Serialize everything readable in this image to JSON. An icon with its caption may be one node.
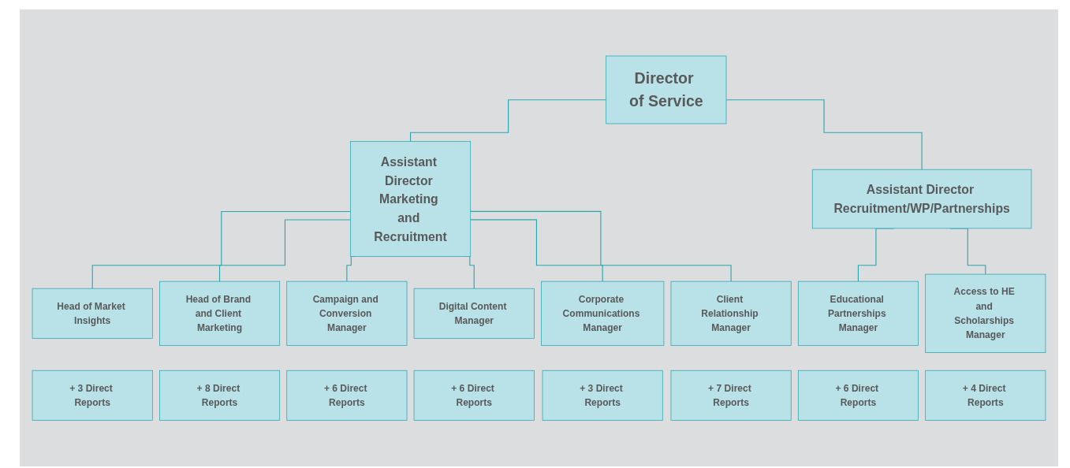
{
  "diagram": {
    "nodes": [
      {
        "text": [
          "Director of Service"
        ]
      },
      {
        "text": [
          "Assistant Director Marketing and Recruitment"
        ]
      },
      {
        "text": [
          "Assistant Director Recruitment/WP/Partnerships"
        ]
      },
      {
        "text": [
          "Head of Market Insights"
        ]
      },
      {
        "text": [
          "Head of Brand and Client Marketing"
        ]
      },
      {
        "text": [
          "Campaign and Conversion Manager"
        ]
      },
      {
        "text": [
          "Digital Content Manager"
        ]
      },
      {
        "text": [
          "Corporate Communications Manager"
        ]
      },
      {
        "text": [
          "Client Relationship Manager"
        ]
      },
      {
        "text": [
          "Educational Partnerships Manager"
        ]
      },
      {
        "text": [
          "Access to HE and Scholarships Manager"
        ]
      },
      {
        "text": [
          "+ 3 Direct Reports"
        ]
      },
      {
        "text": [
          "+ 8 Direct Reports"
        ]
      },
      {
        "text": [
          "+ 6 Direct Reports"
        ]
      },
      {
        "text": [
          "+ 6 Direct Reports"
        ]
      },
      {
        "text": [
          "+ 3 Direct Reports"
        ]
      },
      {
        "text": [
          "+ 7 Direct Reports"
        ]
      },
      {
        "text": [
          "+ 6 Direct Reports"
        ]
      },
      {
        "text": [
          "+ 4 Direct Reports"
        ]
      }
    ],
    "edges": [
      {
        "from": 0,
        "to": 1,
        "arrow": "none"
      },
      {
        "from": 0,
        "to": 2,
        "arrow": "none"
      },
      {
        "from": 1,
        "to": 3,
        "arrow": "none"
      },
      {
        "from": 1,
        "to": 4,
        "arrow": "none"
      },
      {
        "from": 1,
        "to": 5,
        "arrow": "none"
      },
      {
        "from": 1,
        "to": 6,
        "arrow": "none"
      },
      {
        "from": 1,
        "to": 7,
        "arrow": "none"
      },
      {
        "from": 1,
        "to": 8,
        "arrow": "none"
      },
      {
        "from": 2,
        "to": 9,
        "arrow": "none"
      },
      {
        "from": 2,
        "to": 10,
        "arrow": "none"
      }
    ]
  }
}
